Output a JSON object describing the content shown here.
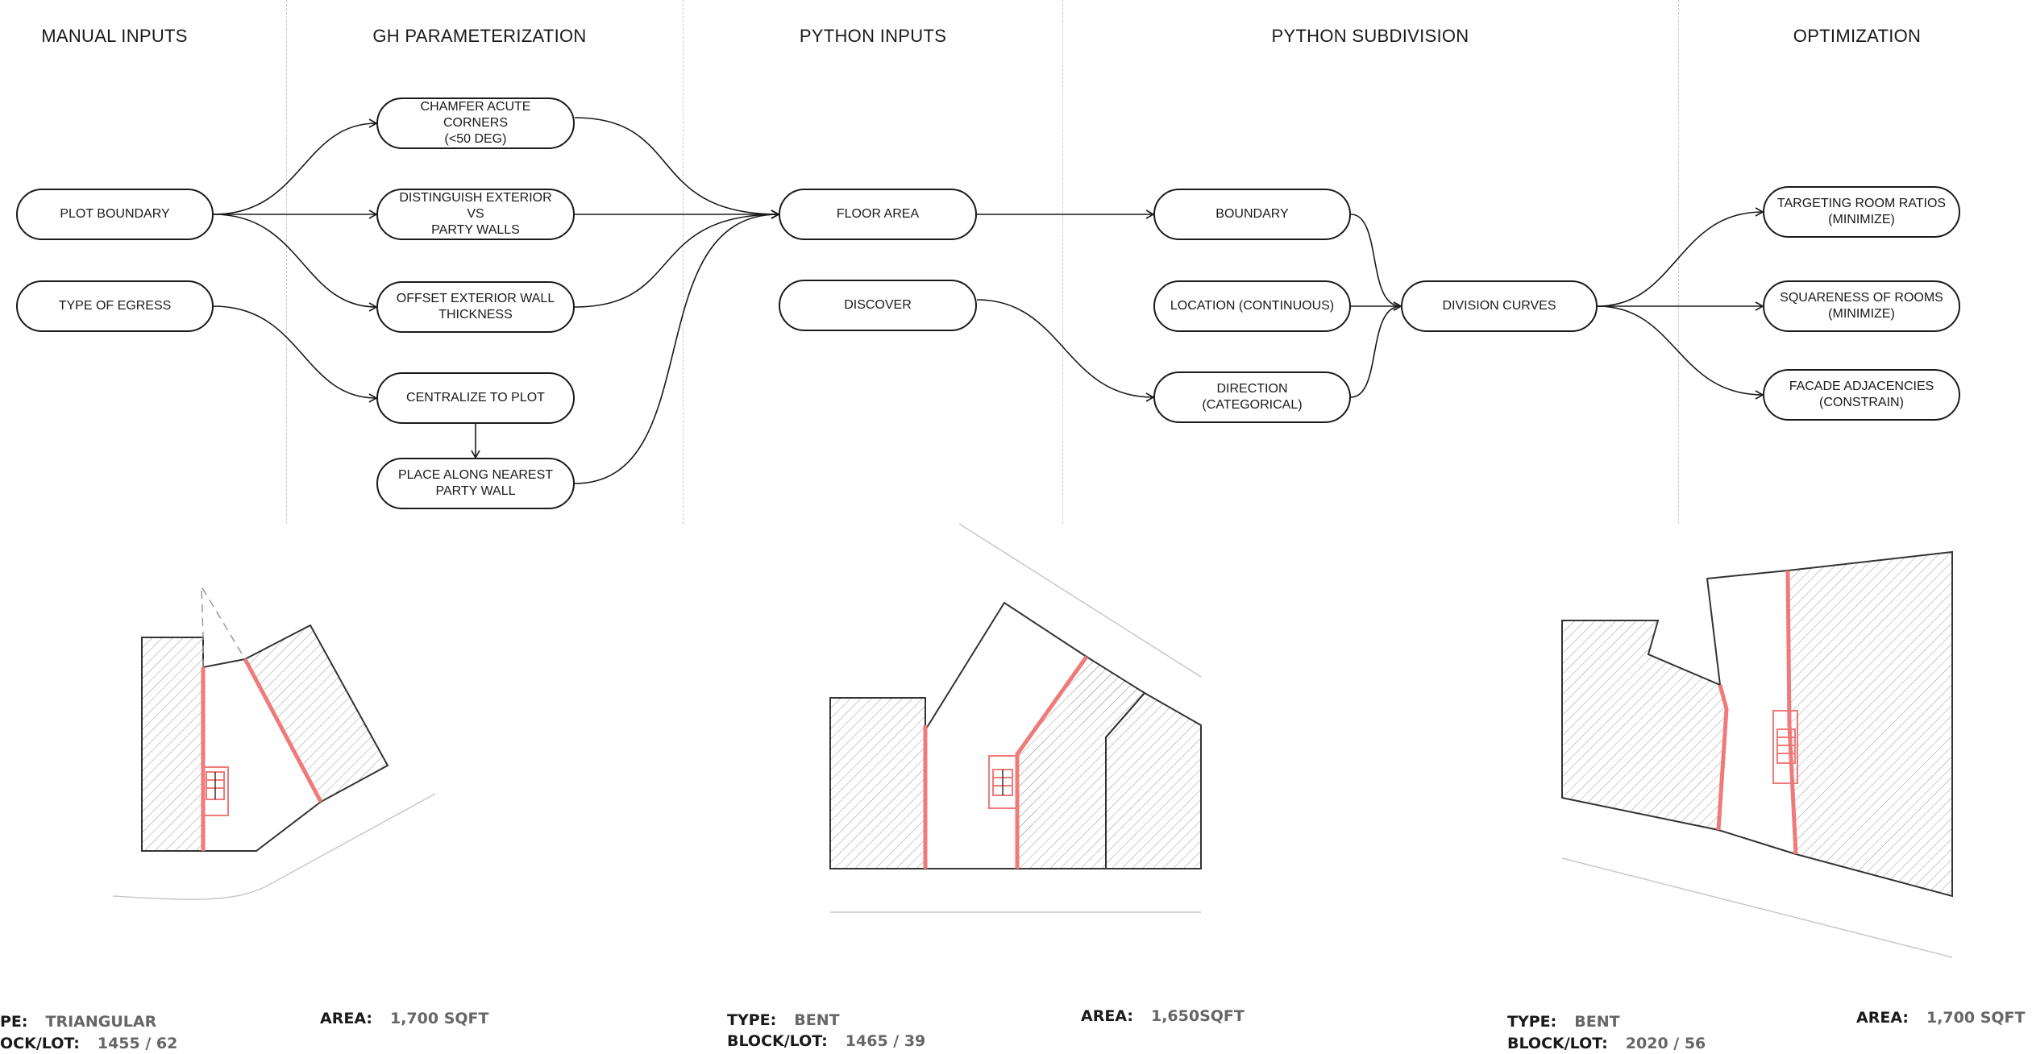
{
  "columns": [
    {
      "title": "MANUAL INPUTS"
    },
    {
      "title": "GH PARAMETERIZATION"
    },
    {
      "title": "PYTHON INPUTS"
    },
    {
      "title": "PYTHON SUBDIVISION"
    },
    {
      "title": "OPTIMIZATION"
    }
  ],
  "nodes": {
    "plot_boundary": "PLOT BOUNDARY",
    "type_of_egress": "TYPE OF EGRESS",
    "chamfer": "CHAMFER ACUTE CORNERS\n(<50 DEG)",
    "distinguish": "DISTINGUISH EXTERIOR VS\nPARTY WALLS",
    "offset": "OFFSET EXTERIOR WALL\nTHICKNESS",
    "centralize": "CENTRALIZE TO PLOT",
    "place_along": "PLACE ALONG NEAREST\nPARTY WALL",
    "floor_area": "FLOOR AREA",
    "discover": "DISCOVER",
    "boundary": "BOUNDARY",
    "location": "LOCATION (CONTINUOUS)",
    "direction": "DIRECTION (CATEGORICAL)",
    "division_curves": "DIVISION CURVES",
    "room_ratios": "TARGETING ROOM RATIOS\n(MINIMIZE)",
    "squareness": "SQUARENESS OF ROOMS\n(MINIMIZE)",
    "facade": "FACADE ADJACENCIES\n(CONSTRAIN)"
  },
  "plots": [
    {
      "type_label": "PE:",
      "type_value": "TRIANGULAR",
      "block_label": "OCK/LOT:",
      "block_value": "1455 / 62",
      "area_label": "AREA:",
      "area_value": "1,700 SQFT"
    },
    {
      "type_label": "TYPE:",
      "type_value": "BENT",
      "block_label": "BLOCK/LOT:",
      "block_value": "1465 / 39",
      "area_label": "AREA:",
      "area_value": "1,650SQFT"
    },
    {
      "type_label": "TYPE:",
      "type_value": "BENT",
      "block_label": "BLOCK/LOT:",
      "block_value": "2020 / 56",
      "area_label": "AREA:",
      "area_value": "1,700 SQFT"
    }
  ],
  "colors": {
    "line": "#1a1a1a",
    "accent": "#f07a7a",
    "hatch": "#9a9a9a",
    "divider": "#c8c8c8"
  }
}
